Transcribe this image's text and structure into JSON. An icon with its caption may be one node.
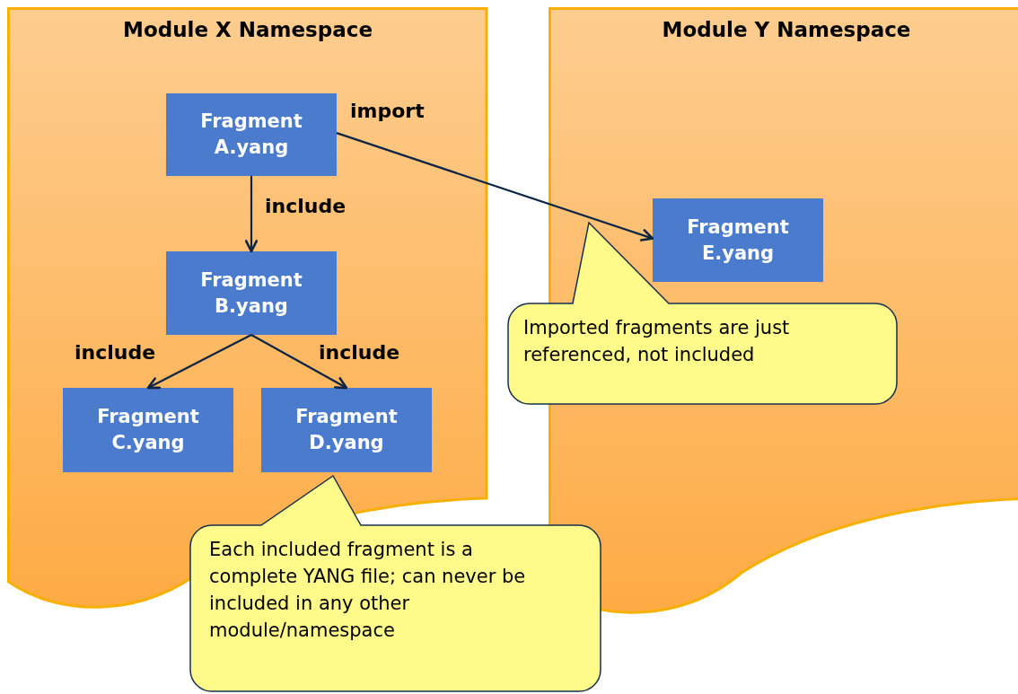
{
  "diagram": {
    "nodes": [
      {
        "text": [
          "Module X Namespace"
        ]
      },
      {
        "text": [
          "Fragment A.yang"
        ],
        "in": 0
      },
      {
        "text": [
          "Fragment B.yang"
        ],
        "in": 0
      },
      {
        "text": [
          "Fragment C.yang"
        ],
        "in": 0
      },
      {
        "text": [
          "Fragment D.yang"
        ],
        "in": 0
      },
      {
        "text": [
          "Module Y Namespace"
        ]
      },
      {
        "text": [
          "Fragment E.yang"
        ],
        "in": 5
      },
      {
        "text": [
          "Imported fragments are just referenced, not included"
        ]
      },
      {
        "text": [
          "Each included fragment is a complete YANG file; can never be included in any other module/namespace"
        ]
      }
    ],
    "edges": [
      {
        "from": 1,
        "to": 6,
        "arrow": "to",
        "label": "import"
      },
      {
        "from": 1,
        "to": 2,
        "arrow": "to",
        "label": "include"
      },
      {
        "from": 2,
        "to": 3,
        "arrow": "to",
        "label": "include"
      },
      {
        "from": 2,
        "to": 4,
        "arrow": "to",
        "label": "include"
      }
    ]
  }
}
